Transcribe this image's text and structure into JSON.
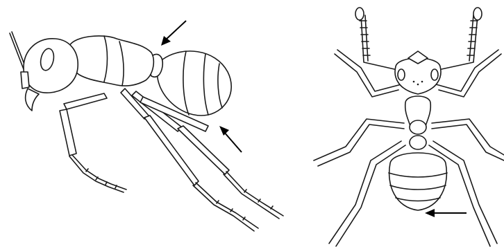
{
  "figure": {
    "background_color": "#ffffff",
    "line_color": "#1a1a1a",
    "panels": [
      {
        "id": "side-view",
        "subject": "ant-lateral-view",
        "arrow_count": 2
      },
      {
        "id": "top-view",
        "subject": "ant-dorsal-view",
        "arrow_count": 1
      }
    ]
  }
}
